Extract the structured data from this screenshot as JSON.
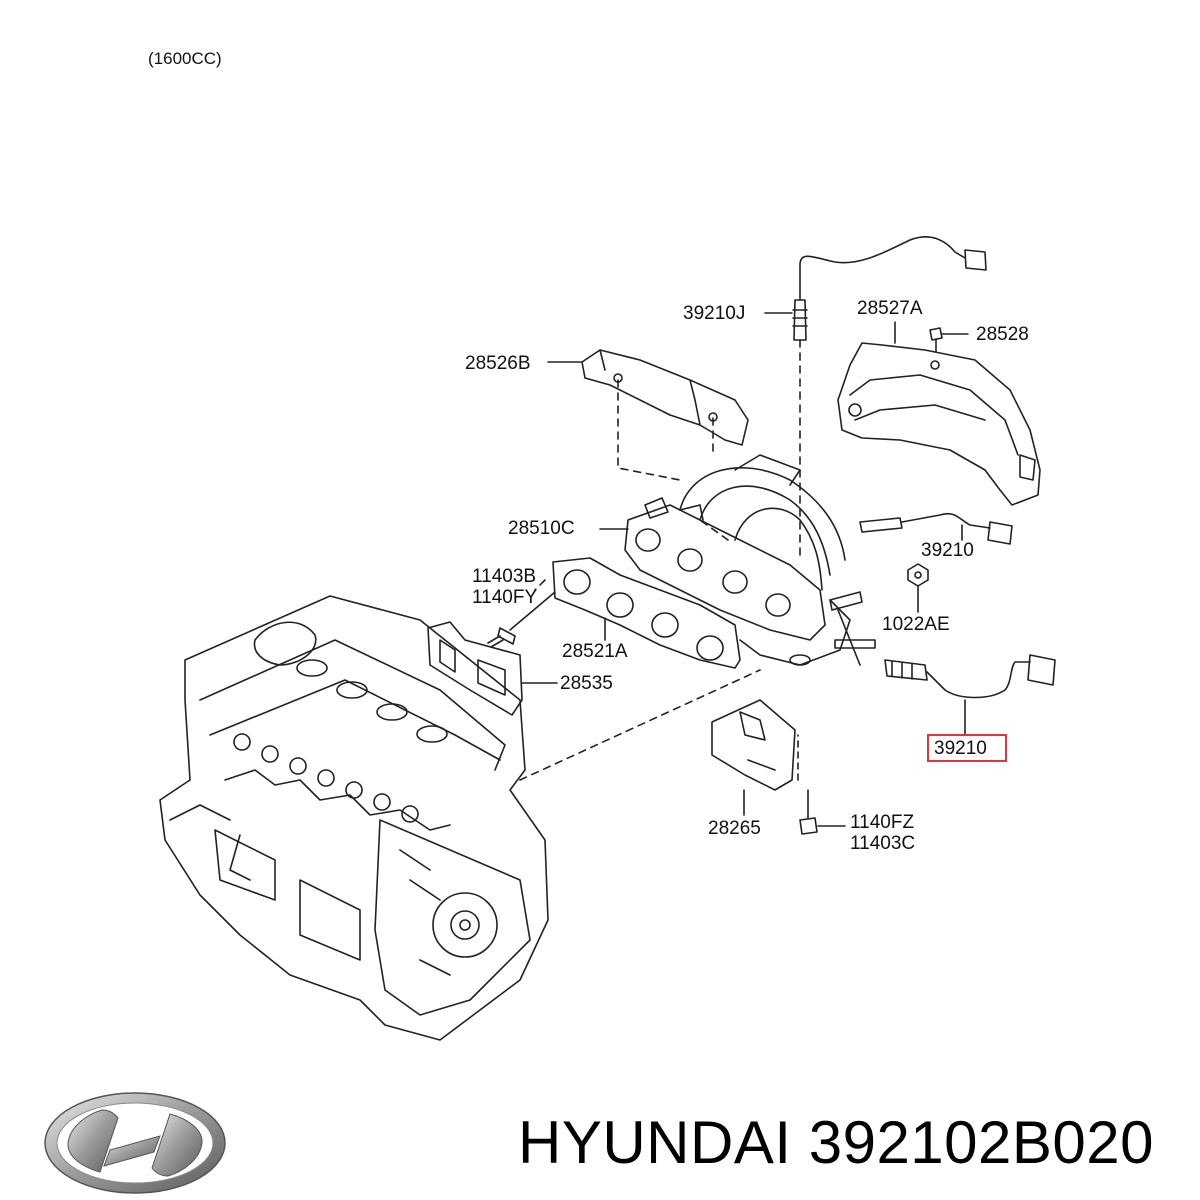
{
  "header": {
    "engine_label": "(1600CC)"
  },
  "callouts": {
    "c39210J": "39210J",
    "c28527A": "28527A",
    "c28528": "28528",
    "c28526B": "28526B",
    "c28510C": "28510C",
    "c39210_upper": "39210",
    "c11403B": "11403B",
    "c1140FY": "1140FY",
    "c1022AE": "1022AE",
    "c28521A": "28521A",
    "c28535": "28535",
    "c39210_highlight": "39210",
    "c28265": "28265",
    "c1140FZ": "1140FZ",
    "c11403C": "11403C"
  },
  "highlight_color": "#e0353b",
  "footer": {
    "brand_logo": "hyundai-logo-icon",
    "title": "HYUNDAI 392102B020"
  }
}
